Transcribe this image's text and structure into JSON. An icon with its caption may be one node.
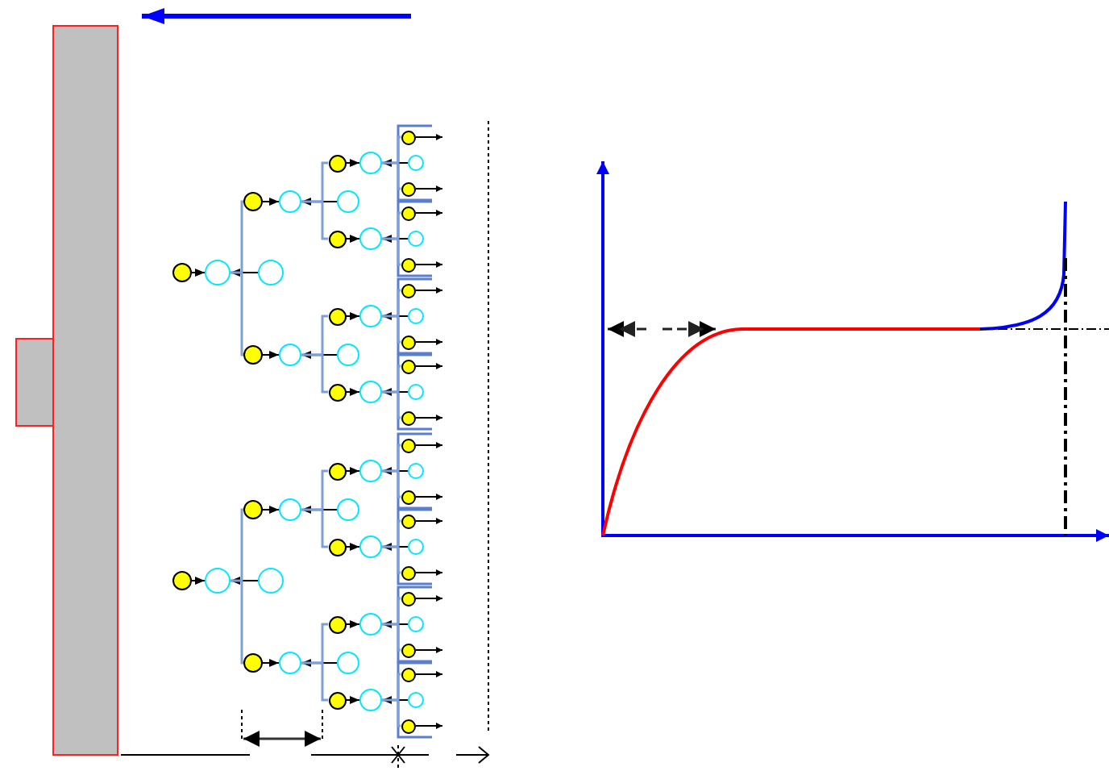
{
  "diagram": {
    "nodes": [
      {
        "text": [],
        "shape": "circle"
      },
      {
        "text": [],
        "shape": "circle"
      },
      {
        "text": [],
        "shape": "circle"
      },
      {
        "text": [],
        "shape": "circle"
      },
      {
        "text": [],
        "shape": "circle"
      },
      {
        "text": [],
        "shape": "circle"
      },
      {
        "text": [],
        "shape": "circle"
      },
      {
        "text": [],
        "shape": "circle"
      },
      {
        "text": [],
        "shape": "circle"
      },
      {
        "text": [],
        "shape": "circle"
      },
      {
        "text": [],
        "shape": "circle"
      },
      {
        "text": [],
        "shape": "circle"
      },
      {
        "text": [],
        "shape": "circle"
      },
      {
        "text": [],
        "shape": "circle"
      },
      {
        "text": [],
        "shape": "circle"
      },
      {
        "text": [],
        "shape": "circle"
      },
      {
        "text": [],
        "shape": "circle"
      },
      {
        "text": [],
        "shape": "circle"
      },
      {
        "text": [],
        "shape": "circle"
      },
      {
        "text": [],
        "shape": "circle"
      },
      {
        "text": [],
        "shape": "circle"
      },
      {
        "text": [],
        "shape": "circle"
      },
      {
        "text": [],
        "shape": "circle"
      },
      {
        "text": [],
        "shape": "circle"
      },
      {
        "text": [],
        "shape": "circle"
      },
      {
        "text": [],
        "shape": "circle"
      },
      {
        "text": [],
        "shape": "circle"
      },
      {
        "text": [],
        "shape": "circle"
      },
      {
        "text": [],
        "shape": "circle"
      },
      {
        "text": [],
        "shape": "circle"
      },
      {
        "text": [],
        "shape": "circle"
      },
      {
        "text": [],
        "shape": "circle"
      },
      {
        "text": [],
        "shape": "circle"
      },
      {
        "text": [],
        "shape": "circle"
      },
      {
        "text": [],
        "shape": "circle"
      },
      {
        "text": [],
        "shape": "circle"
      },
      {
        "text": [],
        "shape": "circle"
      },
      {
        "text": [],
        "shape": "circle"
      },
      {
        "text": [],
        "shape": "circle"
      },
      {
        "text": [],
        "shape": "circle"
      },
      {
        "text": [],
        "shape": "circle"
      },
      {
        "text": [],
        "shape": "circle"
      },
      {
        "text": [],
        "shape": "circle"
      },
      {
        "text": [],
        "shape": "circle"
      },
      {
        "text": [],
        "shape": "circle"
      },
      {
        "text": [],
        "shape": "circle"
      },
      {
        "text": [],
        "shape": "circle"
      },
      {
        "text": [],
        "shape": "circle"
      },
      {
        "text": [],
        "shape": "circle"
      },
      {
        "text": [],
        "shape": "circle"
      },
      {
        "text": [],
        "shape": "circle"
      },
      {
        "text": [],
        "shape": "circle"
      },
      {
        "text": [],
        "shape": "circle"
      },
      {
        "text": [],
        "shape": "circle"
      },
      {
        "text": [],
        "shape": "circle"
      },
      {
        "text": [],
        "shape": "circle"
      },
      {
        "text": [],
        "shape": "circle"
      },
      {
        "text": [],
        "shape": "circle"
      }
    ],
    "edges": [
      {
        "from": 0,
        "to": 1,
        "arrow": "to"
      },
      {
        "from": 1,
        "to": 3,
        "arrow": "none",
        "color": "#7f9fd8"
      },
      {
        "from": 2,
        "to": 1,
        "arrow": "to"
      },
      {
        "from": 1,
        "to": 16,
        "arrow": "none",
        "color": "#7f9fd8"
      },
      {
        "from": 3,
        "to": 4,
        "arrow": "to"
      },
      {
        "from": 4,
        "to": 6,
        "arrow": "none",
        "color": "#7f9fd8"
      },
      {
        "from": 5,
        "to": 4,
        "arrow": "to"
      },
      {
        "from": 4,
        "to": 11,
        "arrow": "none",
        "color": "#7f9fd8"
      },
      {
        "from": 6,
        "to": 7,
        "arrow": "to"
      },
      {
        "from": 7,
        "to": 9,
        "arrow": "none",
        "color": "#7f9fd8"
      },
      {
        "from": 8,
        "to": 7,
        "arrow": "to"
      },
      {
        "from": 7,
        "to": 10,
        "arrow": "none",
        "color": "#7f9fd8"
      },
      {
        "from": 9,
        "to": null,
        "arrow": "to"
      },
      {
        "from": 10,
        "to": null,
        "arrow": "to"
      },
      {
        "from": 11,
        "to": 12,
        "arrow": "to"
      },
      {
        "from": 12,
        "to": 14,
        "arrow": "none",
        "color": "#7f9fd8"
      },
      {
        "from": 13,
        "to": 12,
        "arrow": "to"
      },
      {
        "from": 12,
        "to": 15,
        "arrow": "none",
        "color": "#7f9fd8"
      },
      {
        "from": 14,
        "to": null,
        "arrow": "to"
      },
      {
        "from": 15,
        "to": null,
        "arrow": "to"
      },
      {
        "from": 16,
        "to": 17,
        "arrow": "to"
      },
      {
        "from": 17,
        "to": 19,
        "arrow": "none",
        "color": "#7f9fd8"
      },
      {
        "from": 18,
        "to": 17,
        "arrow": "to"
      },
      {
        "from": 17,
        "to": 24,
        "arrow": "none",
        "color": "#7f9fd8"
      },
      {
        "from": 19,
        "to": 20,
        "arrow": "to"
      },
      {
        "from": 20,
        "to": 22,
        "arrow": "none",
        "color": "#7f9fd8"
      },
      {
        "from": 21,
        "to": 20,
        "arrow": "to"
      },
      {
        "from": 20,
        "to": 23,
        "arrow": "none",
        "color": "#7f9fd8"
      },
      {
        "from": 22,
        "to": null,
        "arrow": "to"
      },
      {
        "from": 23,
        "to": null,
        "arrow": "to"
      },
      {
        "from": 24,
        "to": 25,
        "arrow": "to"
      },
      {
        "from": 25,
        "to": 27,
        "arrow": "none",
        "color": "#7f9fd8"
      },
      {
        "from": 26,
        "to": 25,
        "arrow": "to"
      },
      {
        "from": 25,
        "to": 28,
        "arrow": "none",
        "color": "#7f9fd8"
      },
      {
        "from": 27,
        "to": null,
        "arrow": "to"
      },
      {
        "from": 28,
        "to": null,
        "arrow": "to"
      },
      {
        "from": 29,
        "to": 30,
        "arrow": "to"
      },
      {
        "from": 30,
        "to": 32,
        "arrow": "none",
        "color": "#7f9fd8"
      },
      {
        "from": 31,
        "to": 30,
        "arrow": "to"
      },
      {
        "from": 30,
        "to": 45,
        "arrow": "none",
        "color": "#7f9fd8"
      },
      {
        "from": 32,
        "to": 33,
        "arrow": "to"
      },
      {
        "from": 33,
        "to": 35,
        "arrow": "none",
        "color": "#7f9fd8"
      },
      {
        "from": 34,
        "to": 33,
        "arrow": "to"
      },
      {
        "from": 33,
        "to": 40,
        "arrow": "none",
        "color": "#7f9fd8"
      },
      {
        "from": 35,
        "to": 36,
        "arrow": "to"
      },
      {
        "from": 36,
        "to": 38,
        "arrow": "none",
        "color": "#7f9fd8"
      },
      {
        "from": 37,
        "to": 36,
        "arrow": "to"
      },
      {
        "from": 36,
        "to": 39,
        "arrow": "none",
        "color": "#7f9fd8"
      },
      {
        "from": 38,
        "to": null,
        "arrow": "to"
      },
      {
        "from": 39,
        "to": null,
        "arrow": "to"
      },
      {
        "from": 40,
        "to": 41,
        "arrow": "to"
      },
      {
        "from": 41,
        "to": 43,
        "arrow": "none",
        "color": "#7f9fd8"
      },
      {
        "from": 42,
        "to": 41,
        "arrow": "to"
      },
      {
        "from": 41,
        "to": 44,
        "arrow": "none",
        "color": "#7f9fd8"
      },
      {
        "from": 43,
        "to": null,
        "arrow": "to"
      },
      {
        "from": 44,
        "to": null,
        "arrow": "to"
      },
      {
        "from": 45,
        "to": 46,
        "arrow": "to"
      },
      {
        "from": 46,
        "to": 48,
        "arrow": "none",
        "color": "#7f9fd8"
      },
      {
        "from": 47,
        "to": 46,
        "arrow": "to"
      },
      {
        "from": 46,
        "to": 53,
        "arrow": "none",
        "color": "#7f9fd8"
      },
      {
        "from": 48,
        "to": 49,
        "arrow": "to"
      },
      {
        "from": 49,
        "to": 51,
        "arrow": "none",
        "color": "#7f9fd8"
      },
      {
        "from": 50,
        "to": 49,
        "arrow": "to"
      },
      {
        "from": 49,
        "to": 52,
        "arrow": "none",
        "color": "#7f9fd8"
      },
      {
        "from": 51,
        "to": null,
        "arrow": "to"
      },
      {
        "from": 52,
        "to": null,
        "arrow": "to"
      },
      {
        "from": 53,
        "to": 54,
        "arrow": "to"
      },
      {
        "from": 54,
        "to": 56,
        "arrow": "none",
        "color": "#7f9fd8"
      },
      {
        "from": 55,
        "to": 54,
        "arrow": "to"
      },
      {
        "from": 54,
        "to": 57,
        "arrow": "none",
        "color": "#7f9fd8"
      },
      {
        "from": 56,
        "to": null,
        "arrow": "to"
      },
      {
        "from": 57,
        "to": null,
        "arrow": "to"
      }
    ]
  }
}
